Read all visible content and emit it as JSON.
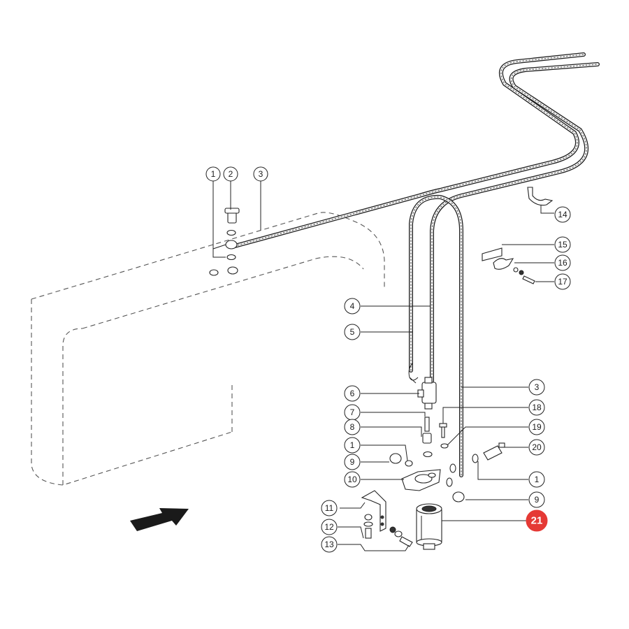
{
  "diagram": {
    "callouts": [
      {
        "id": "c1-top",
        "label": "1"
      },
      {
        "id": "c2-top",
        "label": "2"
      },
      {
        "id": "c3-top",
        "label": "3"
      },
      {
        "id": "c14",
        "label": "14"
      },
      {
        "id": "c15",
        "label": "15"
      },
      {
        "id": "c16",
        "label": "16"
      },
      {
        "id": "c17",
        "label": "17"
      },
      {
        "id": "c4",
        "label": "4"
      },
      {
        "id": "c5",
        "label": "5"
      },
      {
        "id": "c6",
        "label": "6"
      },
      {
        "id": "c3-mid",
        "label": "3"
      },
      {
        "id": "c18",
        "label": "18"
      },
      {
        "id": "c7",
        "label": "7"
      },
      {
        "id": "c19",
        "label": "19"
      },
      {
        "id": "c8",
        "label": "8"
      },
      {
        "id": "c20",
        "label": "20"
      },
      {
        "id": "c1-mid",
        "label": "1"
      },
      {
        "id": "c9-left",
        "label": "9"
      },
      {
        "id": "c10",
        "label": "10"
      },
      {
        "id": "c1-right",
        "label": "1"
      },
      {
        "id": "c9-right",
        "label": "9"
      },
      {
        "id": "c11",
        "label": "11"
      },
      {
        "id": "c21",
        "label": "21"
      },
      {
        "id": "c12",
        "label": "12"
      },
      {
        "id": "c13",
        "label": "13"
      }
    ],
    "highlight_color": "#e53935",
    "line_color": "#222222",
    "icons": [
      "direction-arrow-icon"
    ]
  }
}
